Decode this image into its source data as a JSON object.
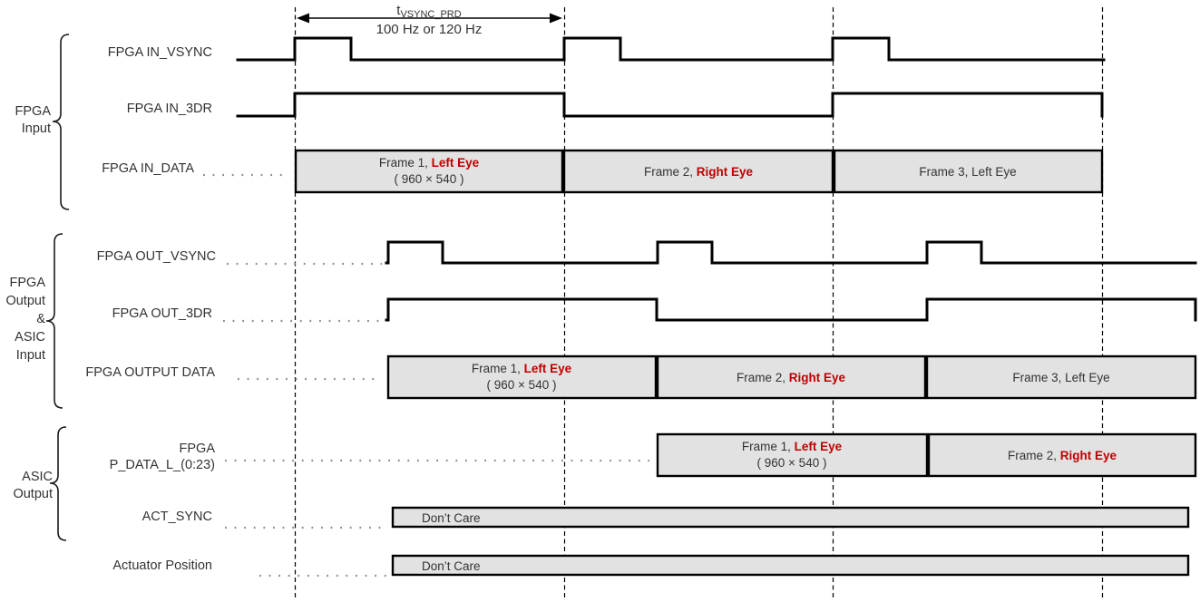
{
  "annotation": {
    "t_symbol": "t",
    "t_subscript": "VSYNC_PRD",
    "frequency": "100 Hz or 120 Hz"
  },
  "groups": [
    {
      "label_lines": [
        "FPGA",
        "Input"
      ]
    },
    {
      "label_lines": [
        "FPGA",
        "Output",
        "&",
        "ASIC",
        "Input"
      ]
    },
    {
      "label_lines": [
        "ASIC",
        "Output"
      ]
    }
  ],
  "signals": {
    "in_vsync": "FPGA IN_VSYNC",
    "in_3dr": "FPGA IN_3DR",
    "in_data": "FPGA IN_DATA",
    "out_vsync": "FPGA OUT_VSYNC",
    "out_3dr": "FPGA OUT_3DR",
    "output_data": "FPGA OUTPUT DATA",
    "p_data_line1": "FPGA",
    "p_data_line2": "P_DATA_L_(0:23)",
    "act_sync": "ACT_SYNC",
    "actuator_position": "Actuator Position"
  },
  "frames": {
    "in_data": [
      {
        "prefix": "Frame 1, ",
        "eye": "Left Eye",
        "size": "( 960 × 540 )"
      },
      {
        "prefix": "Frame 2, ",
        "eye": "Right Eye"
      },
      {
        "prefix": "Frame 3, ",
        "eye": "Left Eye"
      }
    ],
    "output_data": [
      {
        "prefix": "Frame 1, ",
        "eye": "Left Eye",
        "size": "( 960 × 540 )"
      },
      {
        "prefix": "Frame 2, ",
        "eye": "Right Eye"
      },
      {
        "prefix": "Frame 3, ",
        "eye": "Left Eye"
      }
    ],
    "p_data": [
      {
        "prefix": "Frame 1, ",
        "eye": "Left Eye",
        "size": "( 960 × 540 )"
      },
      {
        "prefix": "Frame 2, ",
        "eye": "Right Eye"
      }
    ]
  },
  "dont_care_label": "Don’t Care",
  "colors": {
    "accent_red": "#C00000",
    "box_fill": "#E2E2E2",
    "signal_line": "#000000",
    "leader_dots": "#8C8C8C",
    "text": "#333333"
  }
}
